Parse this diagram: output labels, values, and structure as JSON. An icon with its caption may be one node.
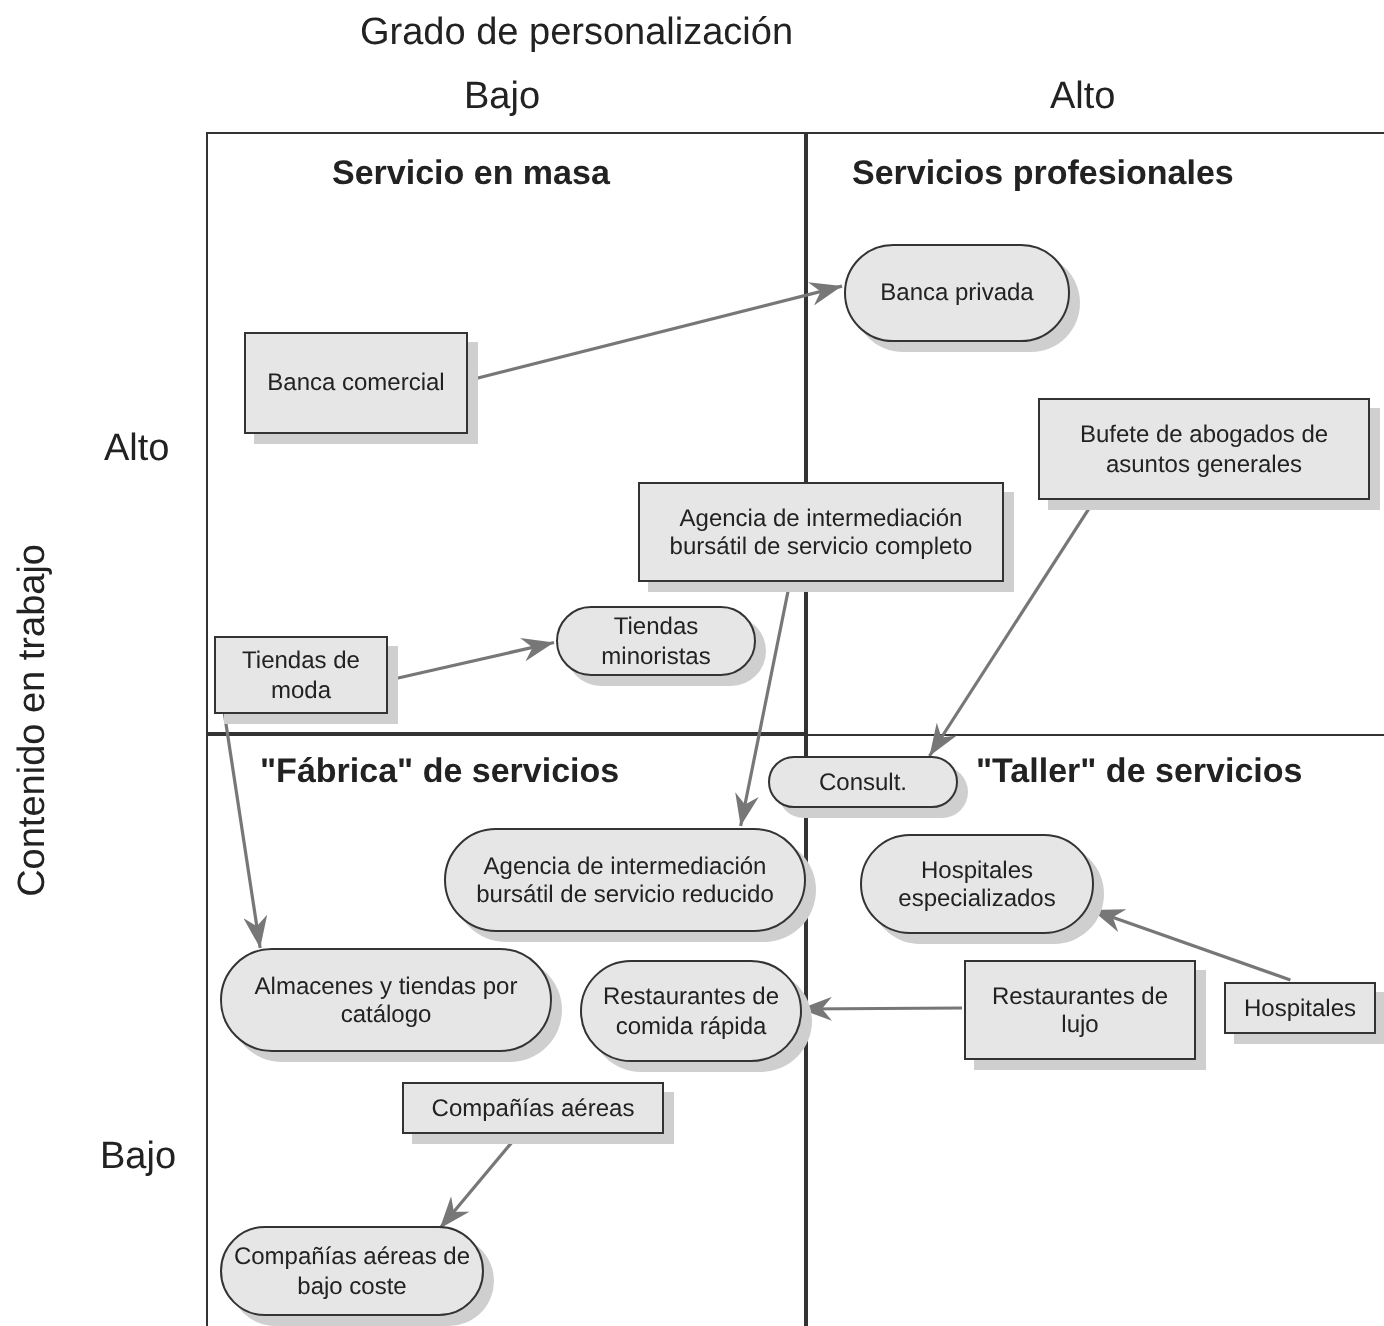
{
  "diagram": {
    "nodes": [
      {
        "text": [
          "Servicio en masa"
        ]
      },
      {
        "text": [
          "Servicios profesionales"
        ]
      },
      {
        "text": [
          "\"Fábrica\" de servicios"
        ]
      },
      {
        "text": [
          "\"Taller\" de servicios"
        ]
      },
      {
        "text": [
          "Banca privada"
        ],
        "in": 1
      },
      {
        "text": [
          "Banca comercial"
        ],
        "in": 0
      },
      {
        "text": [
          "Bufete de abogados de asuntos generales"
        ],
        "in": 1
      },
      {
        "text": [
          "Agencia de intermediación bursátil de servicio completo"
        ]
      },
      {
        "text": [
          "Tiendas minoristas"
        ],
        "in": 0
      },
      {
        "text": [
          "Tiendas de moda"
        ],
        "in": 0
      },
      {
        "text": [
          "Consult."
        ]
      },
      {
        "text": [
          "Agencia de intermediación bursátil de servicio reducido"
        ],
        "in": 2
      },
      {
        "text": [
          "Hospitales especializados"
        ],
        "in": 3
      },
      {
        "text": [
          "Almacenes y tiendas por catálogo"
        ],
        "in": 2
      },
      {
        "text": [
          "Restaurantes de comida rápida"
        ],
        "in": 2
      },
      {
        "text": [
          "Restaurantes de lujo"
        ],
        "in": 3
      },
      {
        "text": [
          "Hospitales"
        ],
        "in": 3
      },
      {
        "text": [
          "Compañías aéreas"
        ],
        "in": 2
      },
      {
        "text": [
          "Compañías aéreas de bajo coste"
        ],
        "in": 2
      }
    ],
    "edges": [
      {
        "from": 5,
        "to": 4,
        "arrow": "to"
      },
      {
        "from": 9,
        "to": 8,
        "arrow": "to"
      },
      {
        "from": 9,
        "to": 13,
        "arrow": "to"
      },
      {
        "from": 7,
        "to": 11,
        "arrow": "to"
      },
      {
        "from": 6,
        "to": 10,
        "arrow": "to"
      },
      {
        "from": 15,
        "to": 14,
        "arrow": "to"
      },
      {
        "from": 16,
        "to": 12,
        "arrow": "to"
      },
      {
        "from": 17,
        "to": 18,
        "arrow": "to"
      }
    ],
    "labels": [
      "Grado de personalización",
      "Bajo",
      "Alto",
      "Alto",
      "Contenido en trabajo",
      "Bajo"
    ]
  }
}
